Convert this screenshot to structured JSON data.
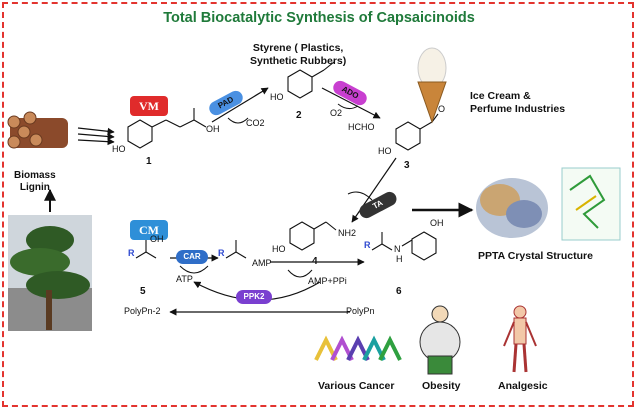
{
  "title": "Total Biocatalytic Synthesis of Capsaicinoids",
  "labels": {
    "biomass": "Biomass\nLignin",
    "styrene": "Styrene ( Plastics,\nSynthetic Rubbers)",
    "ice_cream": "Ice Cream &\nPerfume Industries",
    "crystal": "PPTA Crystal Structure",
    "cancer": "Various Cancer",
    "obesity": "Obesity",
    "analgesic": "Analgesic"
  },
  "badges": {
    "vm": "VM",
    "cm": "CM"
  },
  "enzymes": {
    "pad": "PAD",
    "ado": "ADO",
    "ta": "TA",
    "car": "CAR",
    "ppk2": "PPK2"
  },
  "compound_numbers": {
    "c1": "1",
    "c2": "2",
    "c3": "3",
    "c4": "4",
    "c5": "5",
    "c6": "6"
  },
  "reagents": {
    "co2": "CO2",
    "o2": "O2",
    "hcho": "HCHO",
    "atp": "ATP",
    "amp": "AMP",
    "amp_ppi": "AMP+PPi",
    "polyp_n2": "PolyPn-2",
    "polyp_n": "PolyPn",
    "r": "R",
    "oh": "OH",
    "ho": "HO",
    "nh2": "NH2",
    "nh": "N",
    "h": "H",
    "o": "O"
  },
  "colors": {
    "title": "#1f7a3a",
    "vm": "#e02b2b",
    "cm": "#2e8fd8",
    "pad": "#4a90e2",
    "ado": "#c83fd0",
    "ta": "#333333",
    "car": "#2f6ec8",
    "ppk2": "#7a3fd0",
    "border": "#e3342f"
  }
}
